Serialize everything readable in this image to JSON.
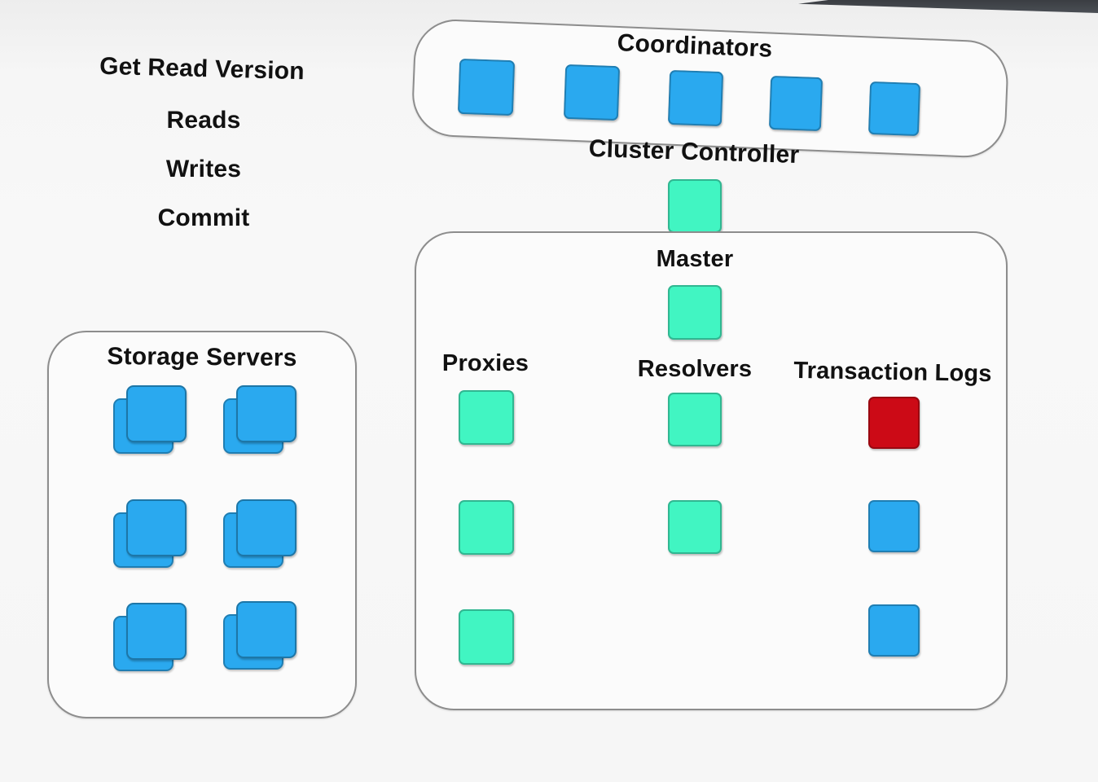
{
  "operations": [
    "Get Read Version",
    "Reads",
    "Writes",
    "Commit"
  ],
  "coordinators": {
    "label": "Coordinators",
    "count": 5,
    "color": "#2aa9ef"
  },
  "cluster_controller": {
    "label": "Cluster Controller",
    "color": "#41f5c2"
  },
  "master": {
    "label": "Master",
    "color": "#41f5c2"
  },
  "proxies": {
    "label": "Proxies",
    "count": 3,
    "color": "#41f5c2"
  },
  "resolvers": {
    "label": "Resolvers",
    "count": 2,
    "color": "#41f5c2"
  },
  "transaction_logs": {
    "label": "Transaction Logs",
    "count": 3,
    "colors": [
      "#cc0a16",
      "#2aa9ef",
      "#2aa9ef"
    ]
  },
  "storage_servers": {
    "label": "Storage Servers",
    "count": 6,
    "color": "#2aa9ef"
  }
}
